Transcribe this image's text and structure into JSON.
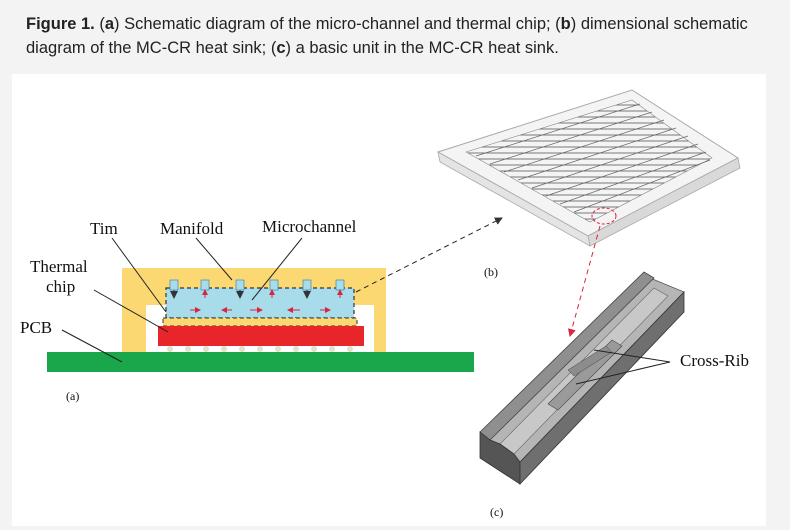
{
  "caption": {
    "figure_label": "Figure 1.",
    "part1": " (",
    "a": "a",
    "part2": ") Schematic diagram of the micro-channel and thermal chip; (",
    "b": "b",
    "part3": ") dimensional schematic diagram of the MC-CR heat sink; (",
    "c": "c",
    "part4": ") a basic unit in the MC-CR heat sink."
  },
  "labels": {
    "tim": "Tim",
    "manifold": "Manifold",
    "microchannel": "Microchannel",
    "thermal_chip_line1": "Thermal",
    "thermal_chip_line2": "chip",
    "pcb": "PCB",
    "panel_a": "(a)",
    "panel_b": "(b)",
    "panel_c": "(c)",
    "cross_rib": "Cross-Rib"
  },
  "colors": {
    "manifold": "#fcd873",
    "microchannel": "#a8dcea",
    "chip": "#e8252a",
    "pcb": "#1aa64a",
    "arrow_red": "#d7263d",
    "arrow_dark": "#222222",
    "rib_gray": "#7d7d7d"
  }
}
